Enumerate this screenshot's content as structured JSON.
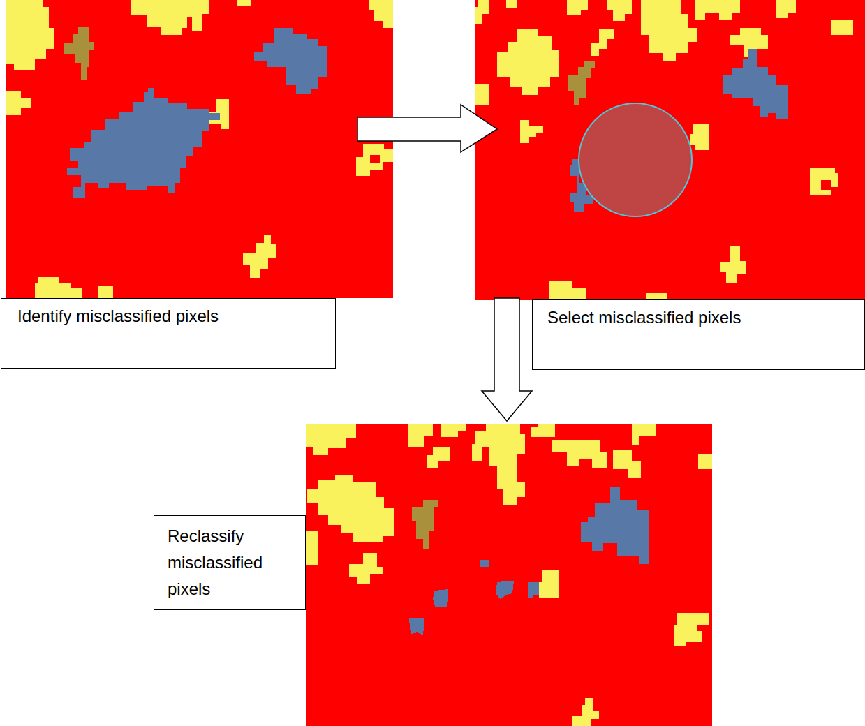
{
  "diagram": {
    "nodes": [
      {
        "text": [
          "Identify misclassified pixels"
        ]
      },
      {
        "text": [
          "Select misclassified pixels"
        ]
      },
      {
        "text": [
          "Reclassify misclassified pixels"
        ]
      }
    ]
  }
}
